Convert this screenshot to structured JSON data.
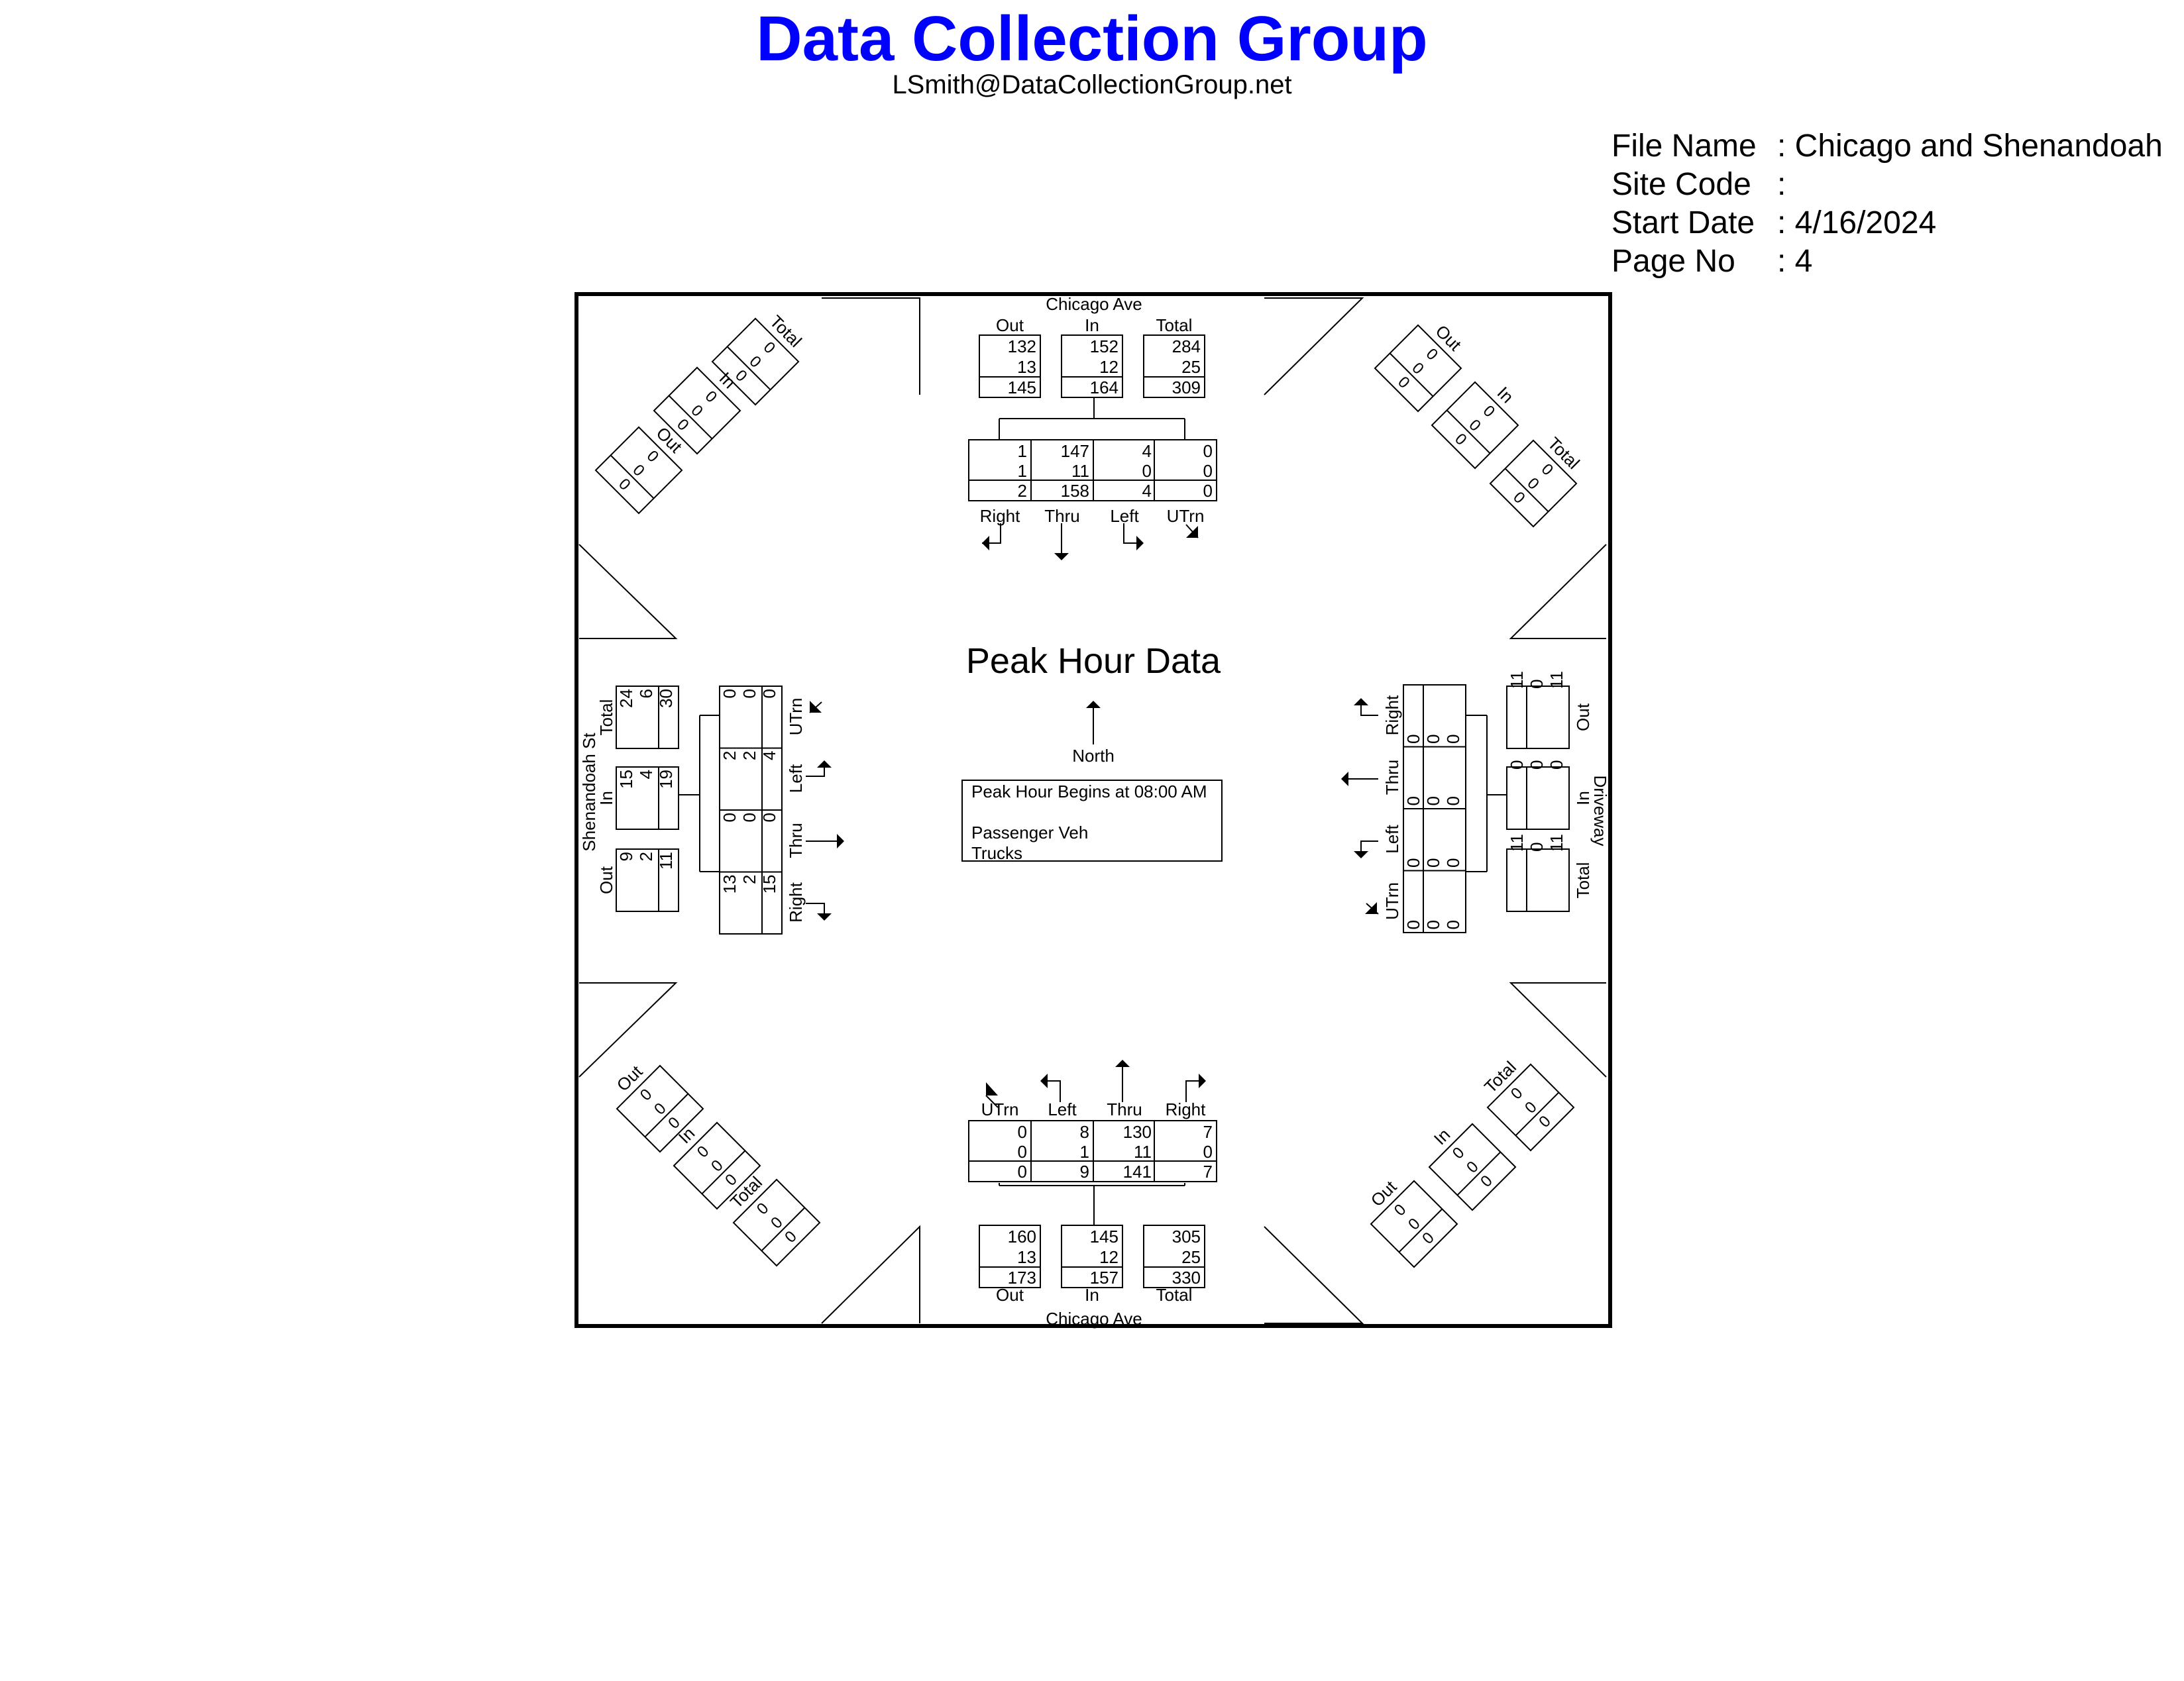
{
  "header": {
    "title": "Data Collection Group",
    "email": "LSmith@DataCollectionGroup.net"
  },
  "file_info": [
    {
      "key": "File Name",
      "value": ": Chicago and Shenandoah"
    },
    {
      "key": "Site Code",
      "value": ":"
    },
    {
      "key": "Start Date",
      "value": ": 4/16/2024"
    },
    {
      "key": "Page No",
      "value": ": 4"
    }
  ],
  "diagram": {
    "center_title": "Peak Hour Data",
    "north_label": "North",
    "info_box": [
      "Peak Hour Begins at 08:00 AM",
      "",
      "Passenger Veh",
      "Trucks"
    ],
    "north": {
      "street": "Chicago Ave",
      "summary": [
        {
          "label": "Out",
          "values": [
            "132",
            "13",
            "145"
          ]
        },
        {
          "label": "In",
          "values": [
            "152",
            "12",
            "164"
          ]
        },
        {
          "label": "Total",
          "values": [
            "284",
            "25",
            "309"
          ]
        }
      ],
      "movements": [
        {
          "label": "Right",
          "values": [
            "1",
            "1",
            "2"
          ]
        },
        {
          "label": "Thru",
          "values": [
            "147",
            "11",
            "158"
          ]
        },
        {
          "label": "Left",
          "values": [
            "4",
            "0",
            "4"
          ]
        },
        {
          "label": "UTrn",
          "values": [
            "0",
            "0",
            "0"
          ]
        }
      ]
    },
    "south": {
      "street": "Chicago Ave",
      "summary": [
        {
          "label": "Out",
          "values": [
            "160",
            "13",
            "173"
          ]
        },
        {
          "label": "In",
          "values": [
            "145",
            "12",
            "157"
          ]
        },
        {
          "label": "Total",
          "values": [
            "305",
            "25",
            "330"
          ]
        }
      ],
      "movements": [
        {
          "label": "UTrn",
          "values": [
            "0",
            "0",
            "0"
          ]
        },
        {
          "label": "Left",
          "values": [
            "8",
            "1",
            "9"
          ]
        },
        {
          "label": "Thru",
          "values": [
            "130",
            "11",
            "141"
          ]
        },
        {
          "label": "Right",
          "values": [
            "7",
            "0",
            "7"
          ]
        }
      ]
    },
    "west": {
      "street": "Shenandoah St",
      "summary": [
        {
          "label": "Total",
          "values": [
            "24",
            "6",
            "30"
          ]
        },
        {
          "label": "In",
          "values": [
            "15",
            "4",
            "19"
          ]
        },
        {
          "label": "Out",
          "values": [
            "9",
            "2",
            "11"
          ]
        }
      ],
      "movements": [
        {
          "label": "UTrn",
          "values": [
            "0",
            "0",
            "0"
          ]
        },
        {
          "label": "Left",
          "values": [
            "2",
            "2",
            "4"
          ]
        },
        {
          "label": "Thru",
          "values": [
            "0",
            "0",
            "0"
          ]
        },
        {
          "label": "Right",
          "values": [
            "13",
            "2",
            "15"
          ]
        }
      ]
    },
    "east": {
      "street": "Driveway",
      "summary": [
        {
          "label": "Out",
          "values": [
            "11",
            "0",
            "11"
          ]
        },
        {
          "label": "In",
          "values": [
            "0",
            "0",
            "0"
          ]
        },
        {
          "label": "Total",
          "values": [
            "11",
            "0",
            "11"
          ]
        }
      ],
      "movements": [
        {
          "label": "Right",
          "values": [
            "0",
            "0",
            "0"
          ]
        },
        {
          "label": "Thru",
          "values": [
            "0",
            "0",
            "0"
          ]
        },
        {
          "label": "Left",
          "values": [
            "0",
            "0",
            "0"
          ]
        },
        {
          "label": "UTrn",
          "values": [
            "0",
            "0",
            "0"
          ]
        }
      ]
    },
    "corners": {
      "nw": [
        {
          "label": "Total",
          "values": [
            "0",
            "0",
            "0"
          ]
        },
        {
          "label": "In",
          "values": [
            "0",
            "0",
            "0"
          ]
        },
        {
          "label": "Out",
          "values": [
            "0",
            "0",
            "0"
          ]
        }
      ],
      "ne": [
        {
          "label": "Out",
          "values": [
            "0",
            "0",
            "0"
          ]
        },
        {
          "label": "In",
          "values": [
            "0",
            "0",
            "0"
          ]
        },
        {
          "label": "Total",
          "values": [
            "0",
            "0",
            "0"
          ]
        }
      ],
      "sw": [
        {
          "label": "Out",
          "values": [
            "0",
            "0",
            "0"
          ]
        },
        {
          "label": "In",
          "values": [
            "0",
            "0",
            "0"
          ]
        },
        {
          "label": "Total",
          "values": [
            "0",
            "0",
            "0"
          ]
        }
      ],
      "se": [
        {
          "label": "Total",
          "values": [
            "0",
            "0",
            "0"
          ]
        },
        {
          "label": "In",
          "values": [
            "0",
            "0",
            "0"
          ]
        },
        {
          "label": "Out",
          "values": [
            "0",
            "0",
            "0"
          ]
        }
      ]
    }
  }
}
